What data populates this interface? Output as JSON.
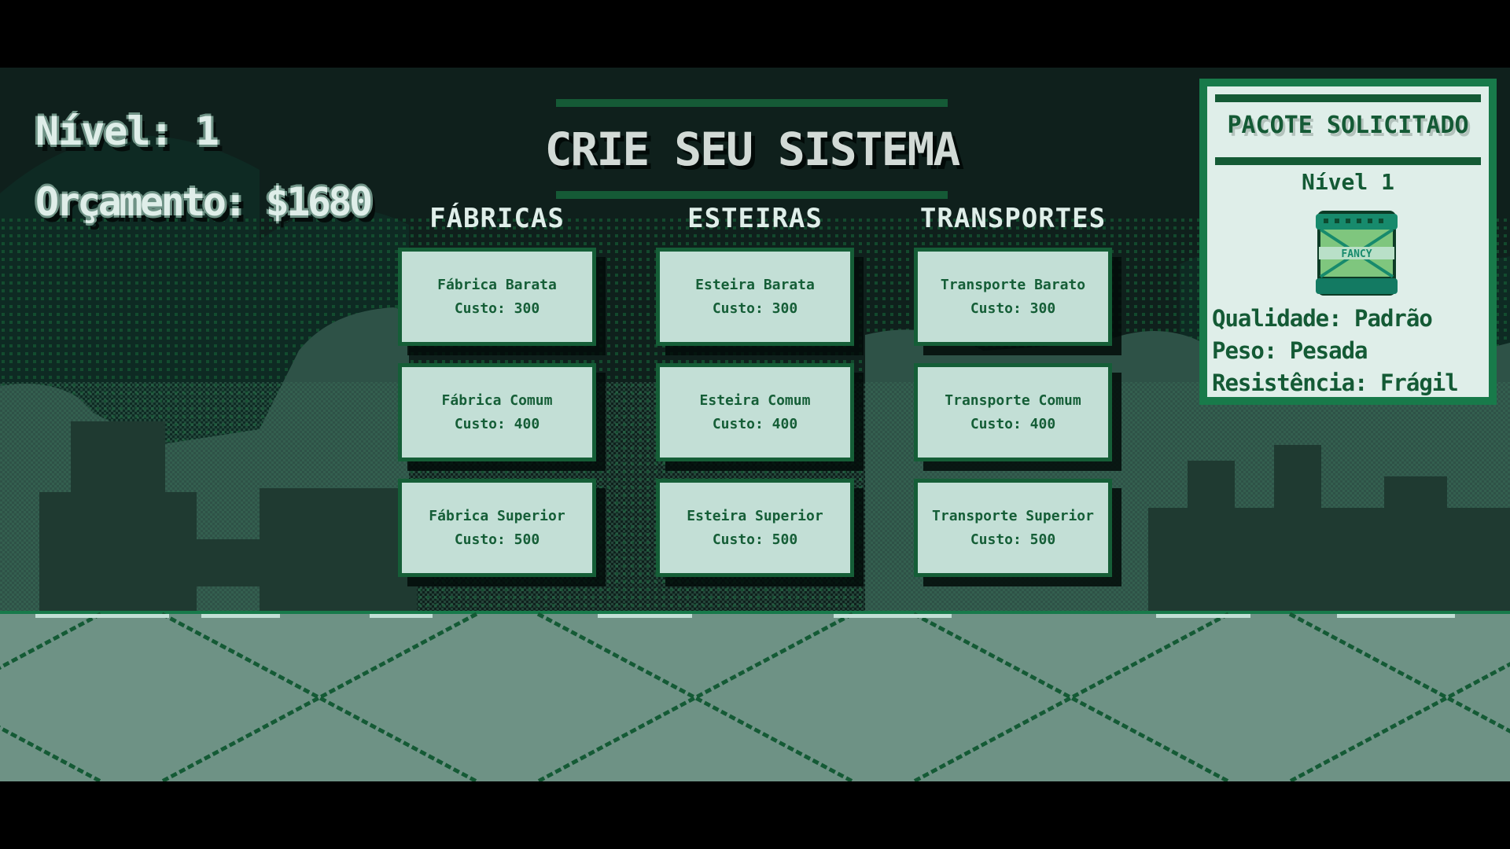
{
  "hud": {
    "level": "Nível: 1",
    "budget": "Orçamento: $1680"
  },
  "title": "CRIE SEU SISTEMA",
  "columns": [
    {
      "header": "FÁBRICAS",
      "items": [
        {
          "name": "Fábrica Barata",
          "cost": "Custo: 300"
        },
        {
          "name": "Fábrica Comum",
          "cost": "Custo: 400"
        },
        {
          "name": "Fábrica Superior",
          "cost": "Custo: 500"
        }
      ]
    },
    {
      "header": "ESTEIRAS",
      "items": [
        {
          "name": "Esteira Barata",
          "cost": "Custo: 300"
        },
        {
          "name": "Esteira Comum",
          "cost": "Custo: 400"
        },
        {
          "name": "Esteira Superior",
          "cost": "Custo: 500"
        }
      ]
    },
    {
      "header": "TRANSPORTES",
      "items": [
        {
          "name": "Transporte Barato",
          "cost": "Custo: 300"
        },
        {
          "name": "Transporte Comum",
          "cost": "Custo: 400"
        },
        {
          "name": "Transporte Superior",
          "cost": "Custo: 500"
        }
      ]
    }
  ],
  "package": {
    "title": "PACOTE SOLICITADO",
    "level": "Nível 1",
    "crate_label": "FANCY",
    "quality": "Qualidade: Padrão",
    "weight": "Peso: Pesada",
    "resistance": "Resistência: Frágil"
  },
  "colors": {
    "accent": "#155e37",
    "card": "#c3dfd6",
    "panel": "#dfeee9",
    "floor": "#6e9285"
  }
}
